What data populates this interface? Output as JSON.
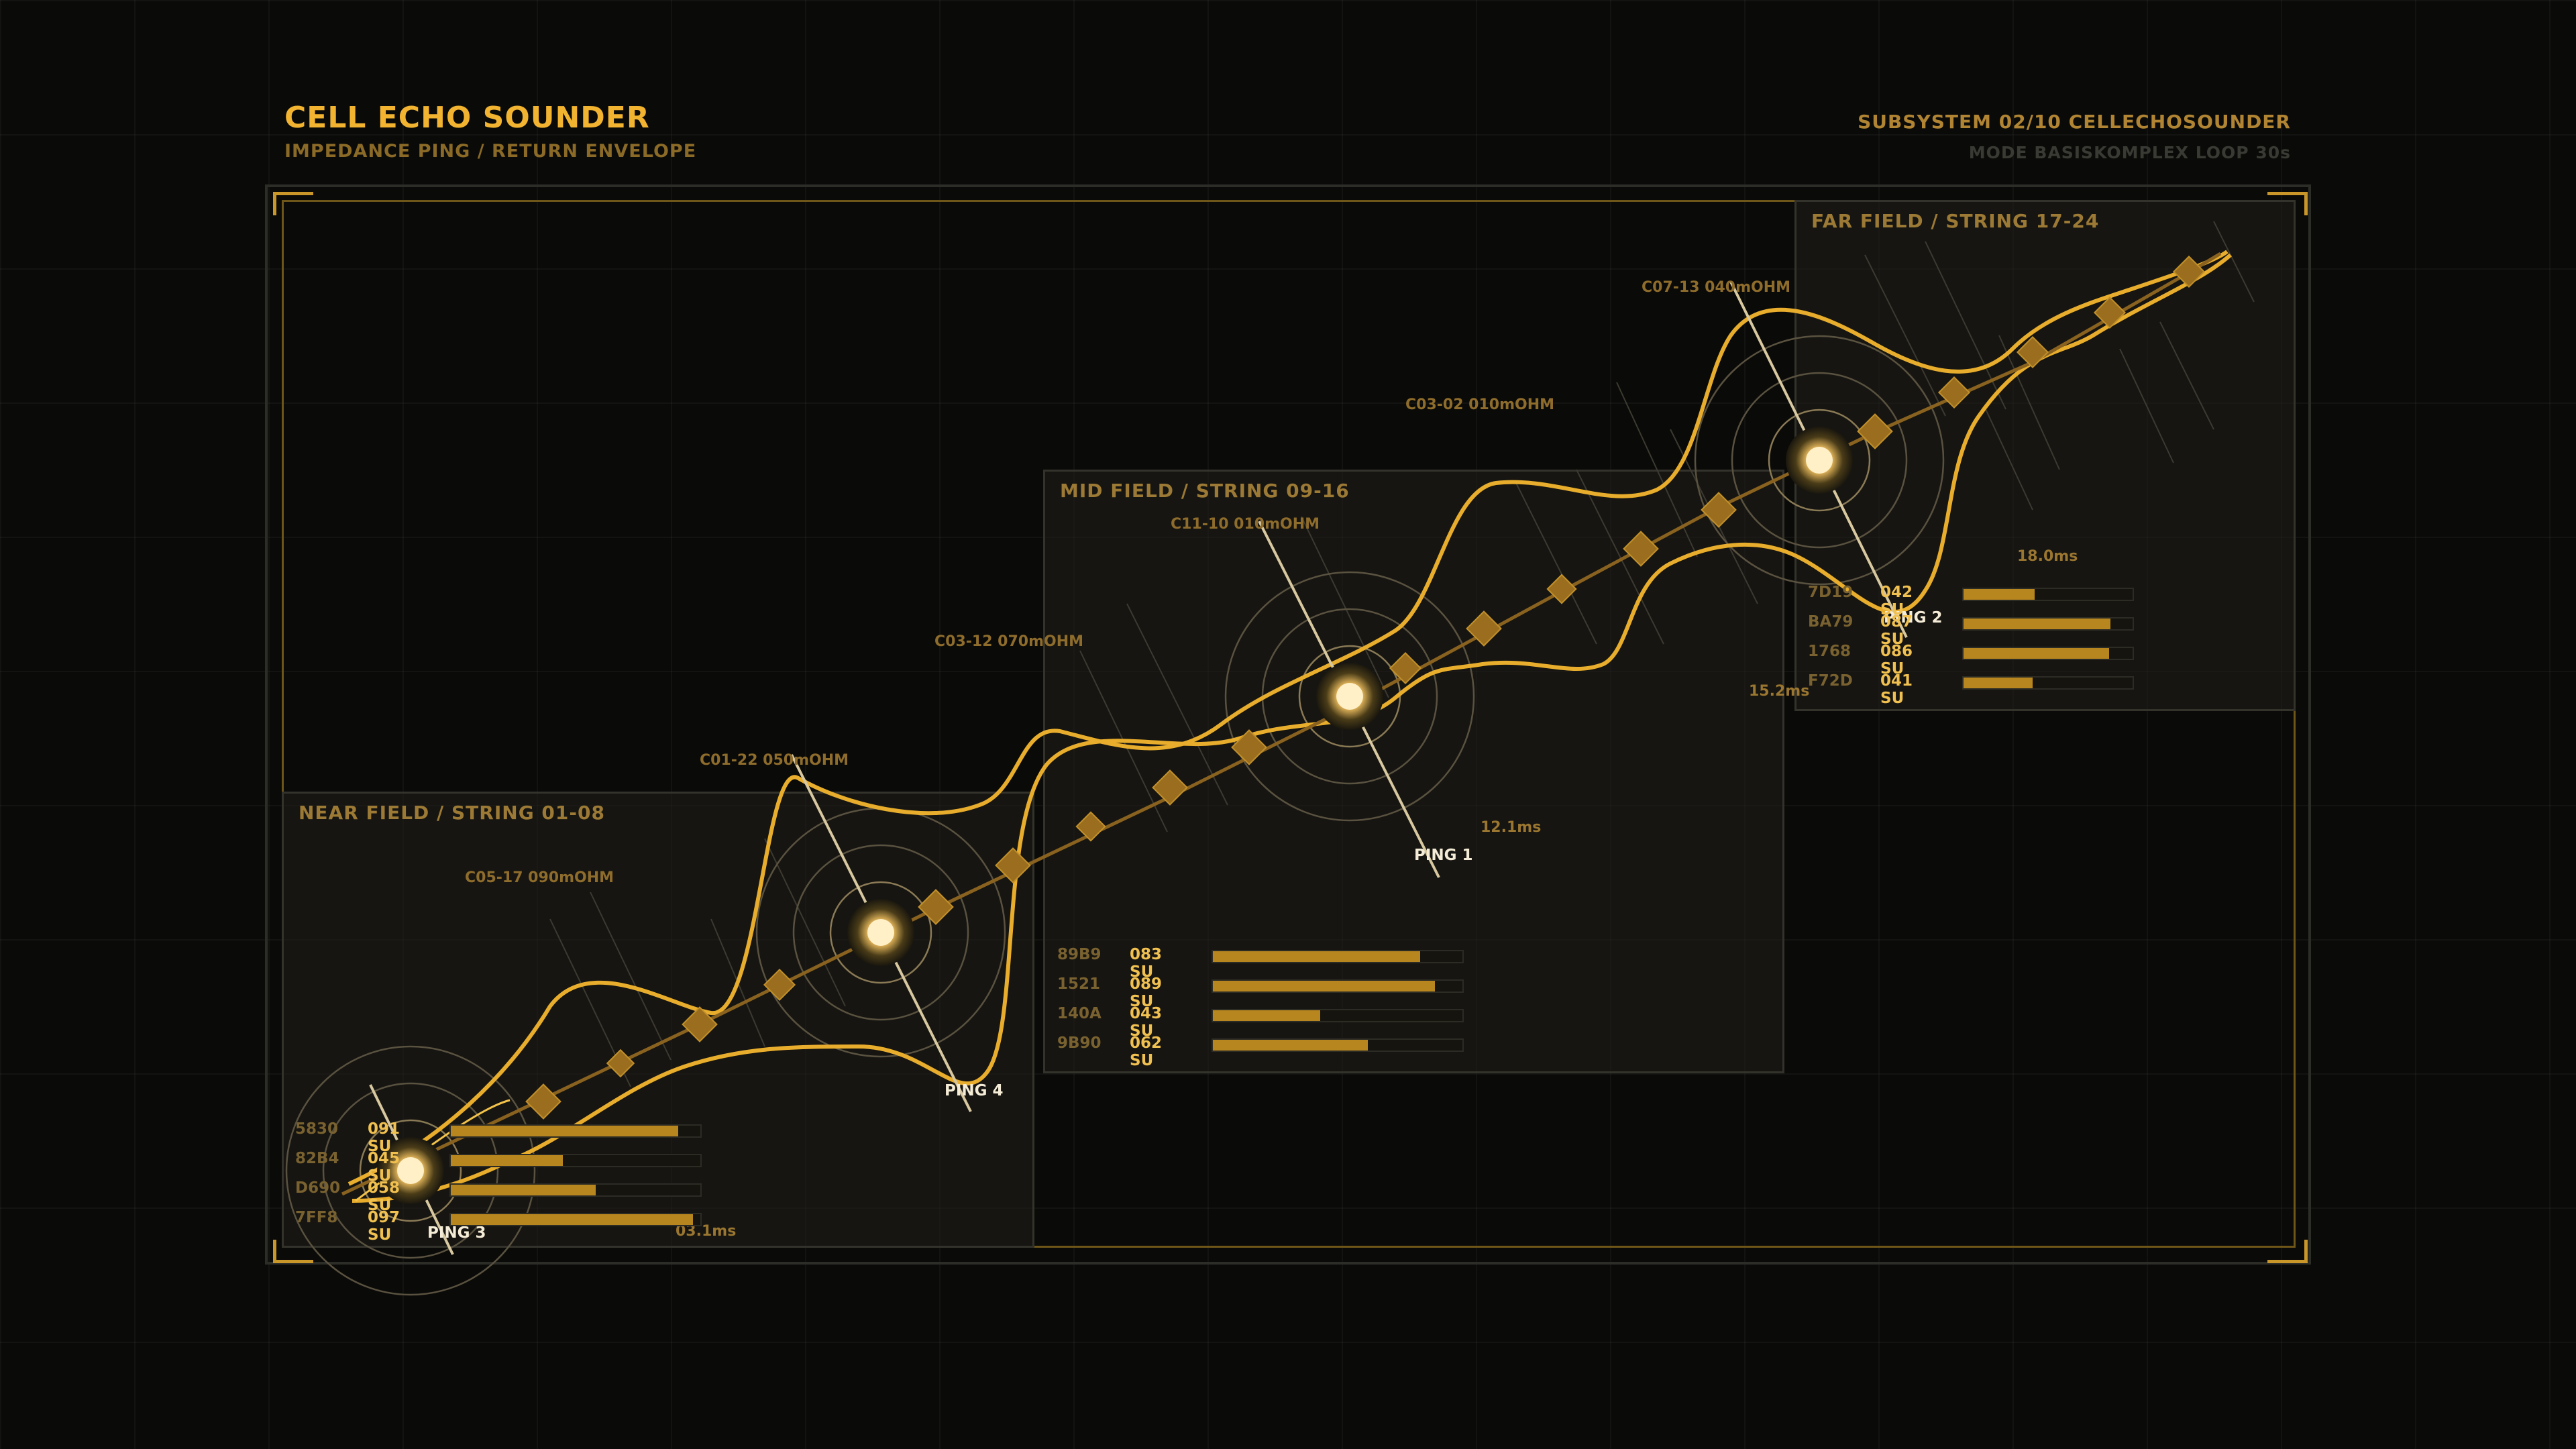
{
  "header": {
    "title": "CELL ECHO SOUNDER",
    "subtitle": "IMPEDANCE PING / RETURN ENVELOPE",
    "subsystem": "SUBSYSTEM 02/10  CELLECHOSOUNDER",
    "mode": "MODE BASISKOMPLEX  LOOP 30s"
  },
  "panels": {
    "near": {
      "title": "NEAR FIELD / STRING 01-08",
      "rows": [
        {
          "id": "5830",
          "value": "091 SU",
          "level": 0.91
        },
        {
          "id": "82B4",
          "value": "045 SU",
          "level": 0.45
        },
        {
          "id": "D690",
          "value": "058 SU",
          "level": 0.58
        },
        {
          "id": "7FF8",
          "value": "097 SU",
          "level": 0.97
        }
      ]
    },
    "mid": {
      "title": "MID FIELD / STRING 09-16",
      "rows": [
        {
          "id": "89B9",
          "value": "083 SU",
          "level": 0.83
        },
        {
          "id": "1521",
          "value": "089 SU",
          "level": 0.89
        },
        {
          "id": "140A",
          "value": "043 SU",
          "level": 0.43
        },
        {
          "id": "9B90",
          "value": "062 SU",
          "level": 0.62
        }
      ]
    },
    "far": {
      "title": "FAR FIELD / STRING 17-24",
      "rows": [
        {
          "id": "7D19",
          "value": "042 SU",
          "level": 0.42
        },
        {
          "id": "BA79",
          "value": "087 SU",
          "level": 0.87
        },
        {
          "id": "1768",
          "value": "086 SU",
          "level": 0.86
        },
        {
          "id": "F72D",
          "value": "041 SU",
          "level": 0.41
        }
      ]
    }
  },
  "pings": {
    "ping1": "PING 1",
    "ping2": "PING 2",
    "ping3": "PING 3",
    "ping4": "PING 4"
  },
  "cell_labels": {
    "c05_17": "C05-17 090mOHM",
    "c01_22": "C01-22 050mOHM",
    "c03_12": "C03-12 070mOHM",
    "c11_10": "C11-10 010mOHM",
    "c03_02": "C03-02 010mOHM",
    "c07_13": "C07-13 040mOHM"
  },
  "timings": {
    "t1": "03.1ms",
    "t2": "12.1ms",
    "t3": "15.2ms",
    "t4": "18.0ms"
  },
  "colors": {
    "accent": "#f2b430",
    "wave": "#e8ad2c",
    "frame": "#6e5518",
    "bar": "#b8861e"
  }
}
